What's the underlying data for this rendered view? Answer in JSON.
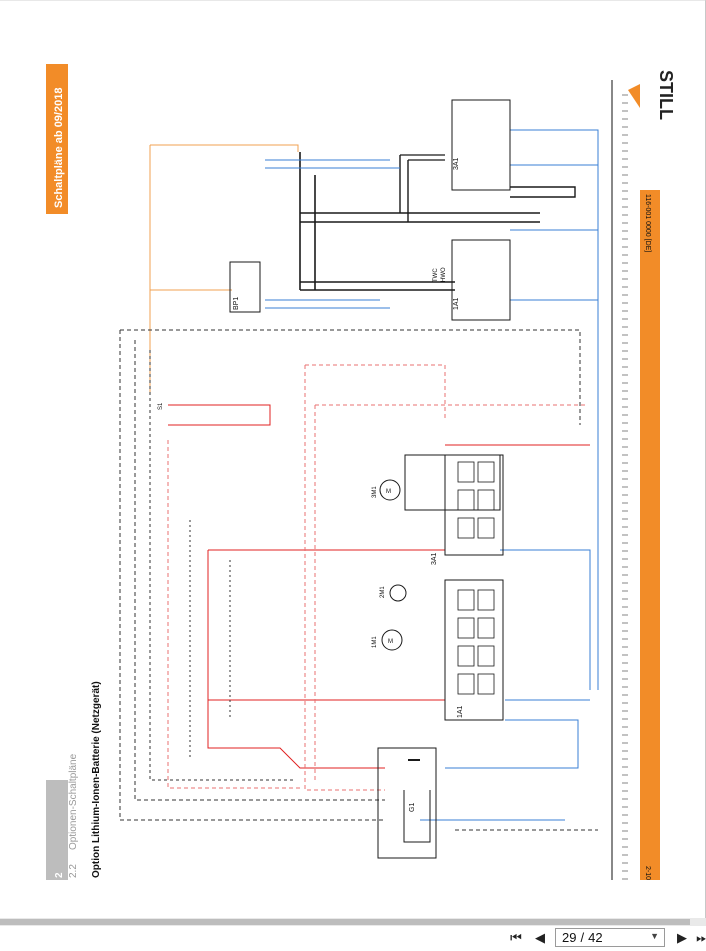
{
  "document": {
    "banner_title": "Schaltpläne ab 09/2018",
    "chapter_number": "2",
    "chapter_title": "Optionen-Schaltpläne",
    "section_number": "2.2",
    "section_title": "Option Lithium-Ionen-Batterie (Netzgerät)",
    "brand": "STILL",
    "doc_code": "116-001 0000 [DE]",
    "page_ref": "2-10"
  },
  "components": {
    "g1": "G1",
    "a1_1": "1A1",
    "a1_2": "1A1",
    "a1_3": "3A1",
    "a1_4": "3A1",
    "bp1": "BP1",
    "s1": "S1",
    "m1": "1M1",
    "m2": "2M1",
    "m3": "3M1",
    "twc": "TWC",
    "hwo": "HWO"
  },
  "pager": {
    "current": "29",
    "separator": "/",
    "total": "42"
  },
  "icons": {
    "first": "first-page-icon",
    "prev": "previous-page-icon",
    "next": "next-page-icon",
    "last": "last-page-icon"
  },
  "colors": {
    "accent_orange": "#f28c28",
    "wire_red": "#e02020",
    "wire_blue": "#3a7fd5",
    "wire_orange": "#f0a050",
    "wire_black": "#1a1a1a"
  }
}
